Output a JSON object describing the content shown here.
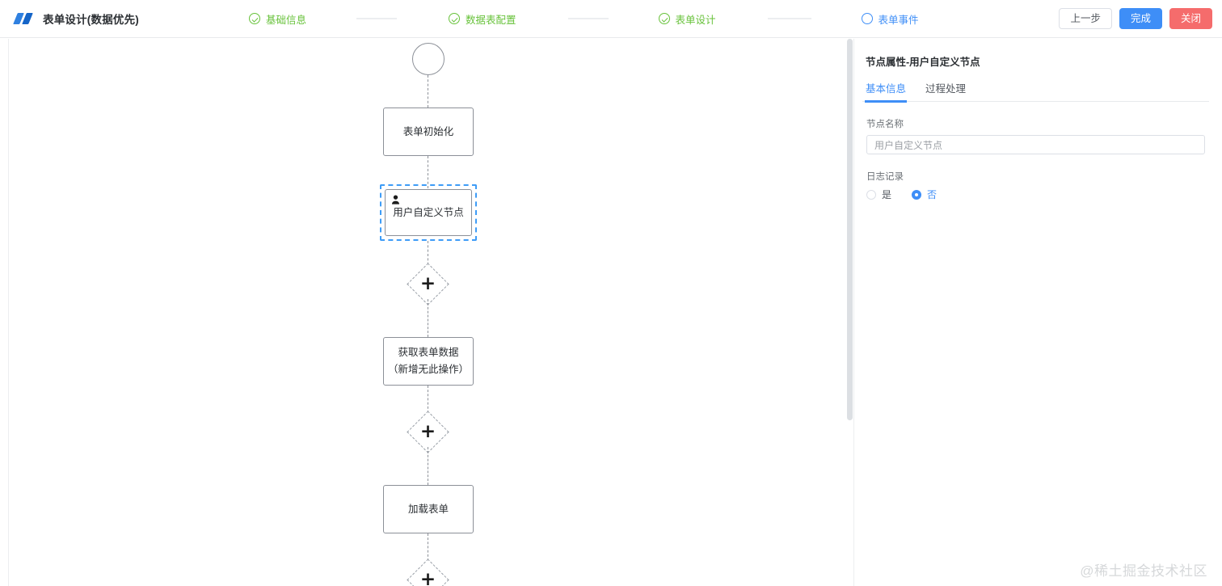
{
  "header": {
    "logo_icon": "logo-icon",
    "title": "表单设计(数据优先)",
    "steps": [
      {
        "label": "基础信息",
        "state": "done"
      },
      {
        "label": "数据表配置",
        "state": "done"
      },
      {
        "label": "表单设计",
        "state": "done"
      },
      {
        "label": "表单事件",
        "state": "active"
      }
    ],
    "actions": {
      "prev_label": "上一步",
      "finish_label": "完成",
      "close_label": "关闭"
    },
    "colors": {
      "done": "#67c23a",
      "active": "#3e8ef7",
      "primary": "#3e8ef7",
      "danger": "#f56c6c"
    }
  },
  "canvas": {
    "nodes": [
      {
        "id": "start",
        "type": "circle",
        "label": ""
      },
      {
        "id": "init",
        "type": "task",
        "label": "表单初始化"
      },
      {
        "id": "custom",
        "type": "user",
        "label": "用户自定义节点",
        "icon": "user-icon",
        "selected": true
      },
      {
        "id": "plus1",
        "type": "add",
        "label": "+"
      },
      {
        "id": "getdata",
        "type": "task",
        "label": "获取表单数据",
        "label2": "（新增无此操作）"
      },
      {
        "id": "plus2",
        "type": "add",
        "label": "+"
      },
      {
        "id": "load",
        "type": "task",
        "label": "加载表单"
      },
      {
        "id": "plus3",
        "type": "add",
        "label": "+"
      }
    ],
    "selection_color": "#3e9cf7",
    "scrollbar": "vertical-scrollbar"
  },
  "panel": {
    "title": "节点属性-用户自定义节点",
    "tabs": [
      {
        "label": "基本信息",
        "active": true
      },
      {
        "label": "过程处理",
        "active": false
      }
    ],
    "fields": {
      "node_name_label": "节点名称",
      "node_name_value": "用户自定义节点",
      "log_label": "日志记录",
      "log_options": [
        {
          "label": "是",
          "checked": false
        },
        {
          "label": "否",
          "checked": true
        }
      ]
    }
  },
  "watermark": "@稀土掘金技术社区"
}
